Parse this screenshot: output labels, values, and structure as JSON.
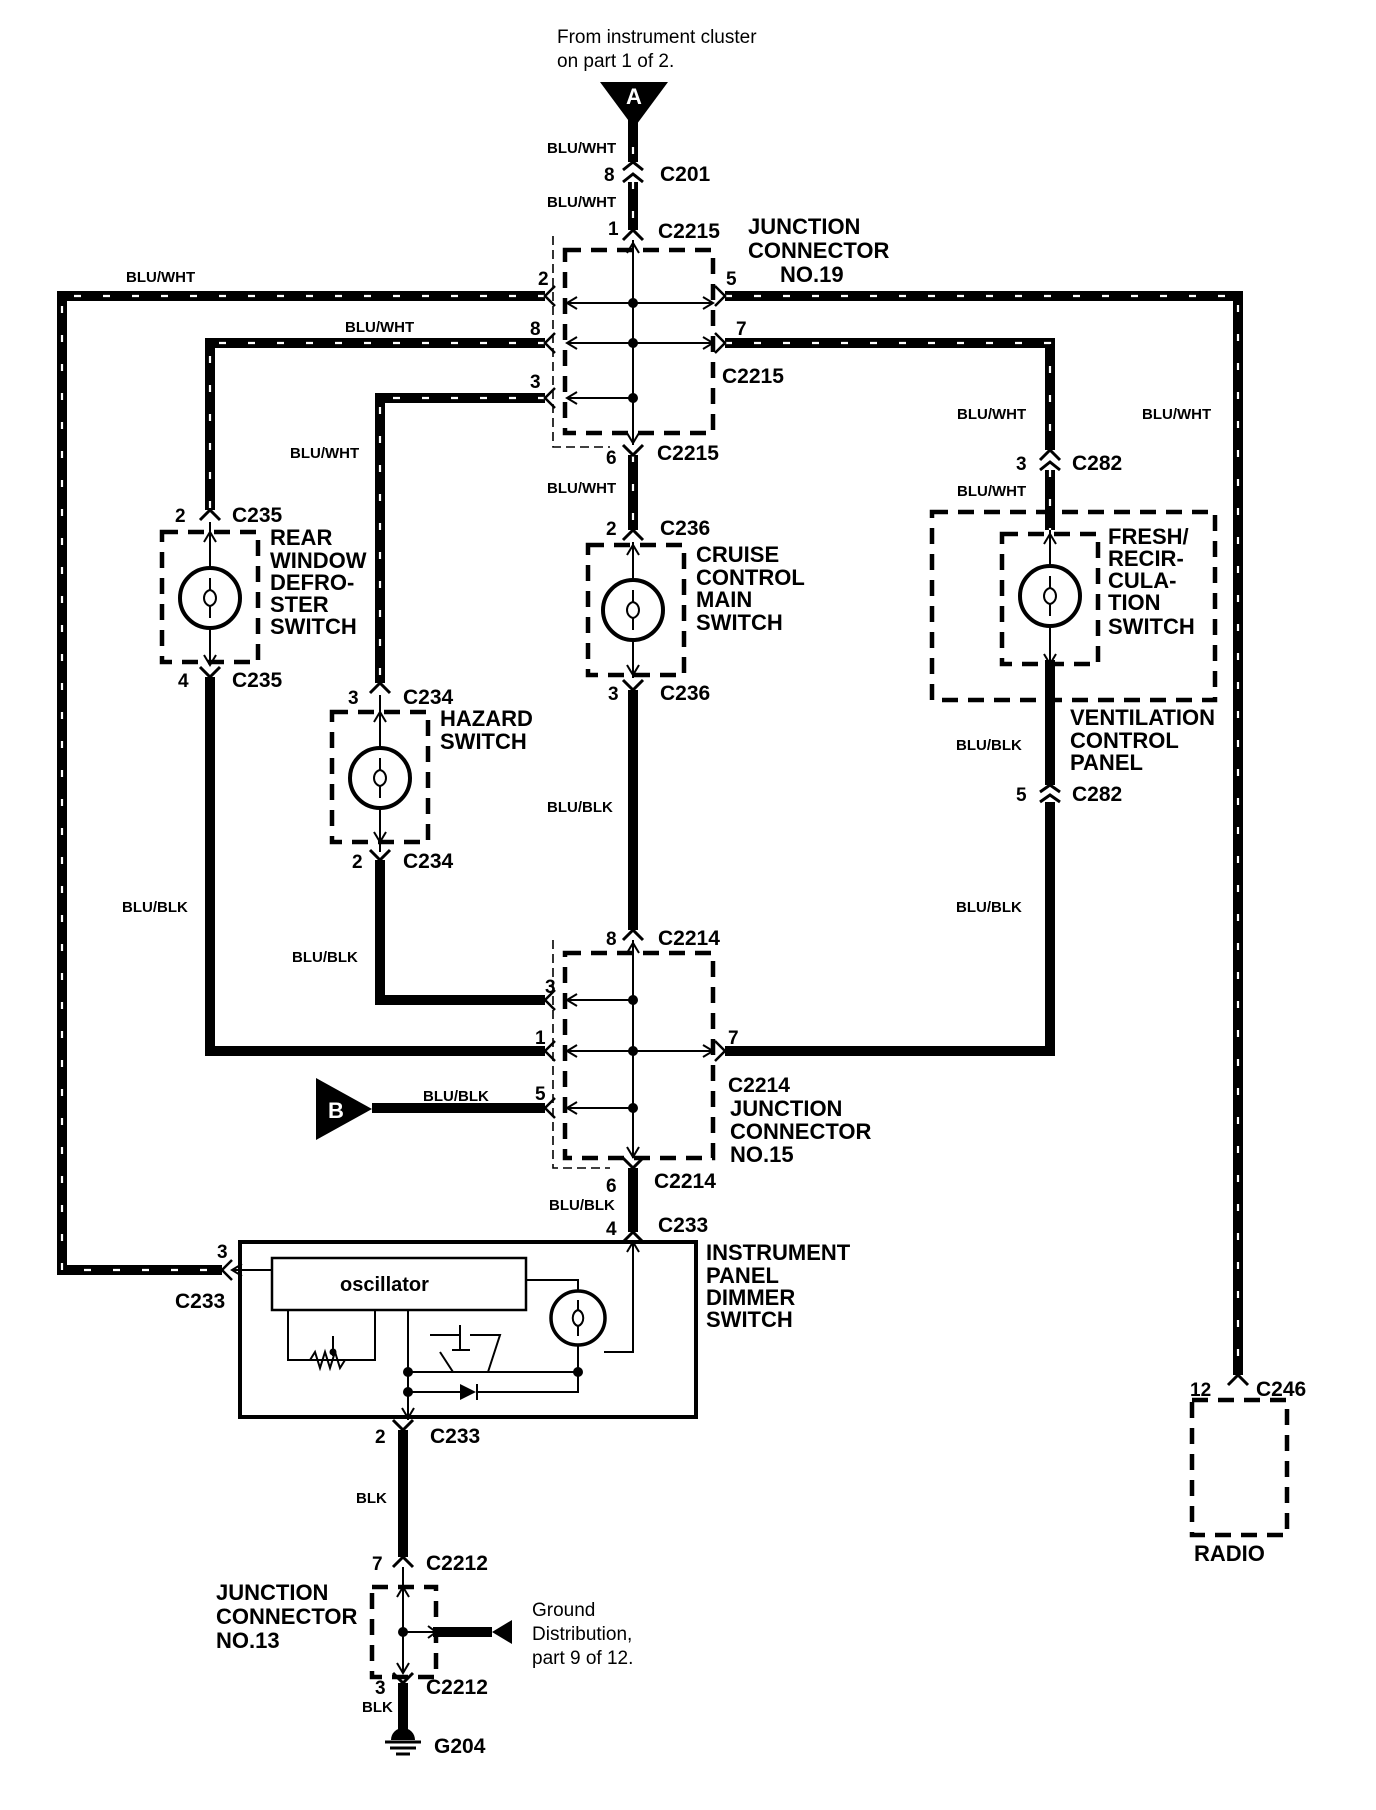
{
  "notes": {
    "top_line1": "From instrument cluster",
    "top_line2": "on part 1 of 2.",
    "ground_line1": "Ground",
    "ground_line2": "Distribution,",
    "ground_line3": "part 9 of 12."
  },
  "markers": {
    "a": "A",
    "b": "B"
  },
  "components": {
    "jc19_l1": "JUNCTION",
    "jc19_l2": "CONNECTOR",
    "jc19_l3": "NO.19",
    "jc15_l1": "JUNCTION",
    "jc15_l2": "CONNECTOR",
    "jc15_l3": "NO.15",
    "jc13_l1": "JUNCTION",
    "jc13_l2": "CONNECTOR",
    "jc13_l3": "NO.13",
    "rear_l1": "REAR",
    "rear_l2": "WINDOW",
    "rear_l3": "DEFRO-",
    "rear_l4": "STER",
    "rear_l5": "SWITCH",
    "hazard_l1": "HAZARD",
    "hazard_l2": "SWITCH",
    "cruise_l1": "CRUISE",
    "cruise_l2": "CONTROL",
    "cruise_l3": "MAIN",
    "cruise_l4": "SWITCH",
    "fresh_l1": "FRESH/",
    "fresh_l2": "RECIR-",
    "fresh_l3": "CULA-",
    "fresh_l4": "TION",
    "fresh_l5": "SWITCH",
    "vcp_l1": "VENTILATION",
    "vcp_l2": "CONTROL",
    "vcp_l3": "PANEL",
    "ipd_l1": "INSTRUMENT",
    "ipd_l2": "PANEL",
    "ipd_l3": "DIMMER",
    "ipd_l4": "SWITCH",
    "oscillator": "oscillator",
    "radio": "RADIO",
    "ground": "G204"
  },
  "connectors": {
    "c201": "C201",
    "c2215": "C2215",
    "c2214": "C2214",
    "c2212": "C2212",
    "c235": "C235",
    "c234": "C234",
    "c236": "C236",
    "c282": "C282",
    "c233": "C233",
    "c246": "C246"
  },
  "pins": {
    "p8": "8",
    "p1": "1",
    "p2": "2",
    "p3": "3",
    "p4": "4",
    "p5": "5",
    "p6": "6",
    "p7": "7",
    "p12": "12"
  },
  "wire_colors": {
    "blu_wht": "BLU/WHT",
    "blu_blk": "BLU/BLK",
    "blk": "BLK"
  }
}
